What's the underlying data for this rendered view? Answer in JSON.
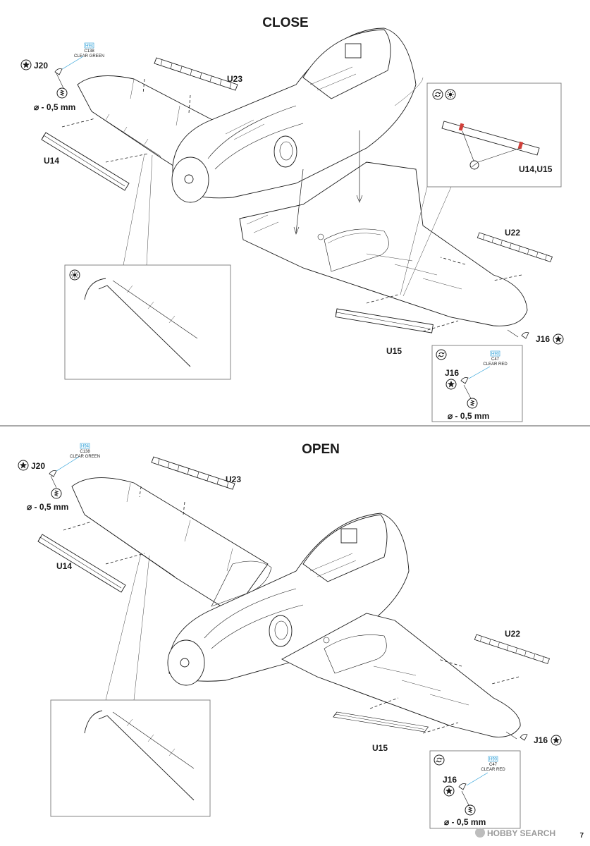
{
  "panels": [
    {
      "title": "CLOSE",
      "parts": {
        "j20": "J20",
        "u23": "U23",
        "u14": "U14",
        "u22": "U22",
        "u15": "U15",
        "j16": "J16",
        "j16_inset": "J16",
        "inset_parts": "U14,U15"
      },
      "paint_left": {
        "h": "H94",
        "c": "C138",
        "name": "CLEAR GREEN"
      },
      "paint_right": {
        "h": "H90",
        "c": "C47",
        "name": "CLEAR RED"
      },
      "drill_left": "⌀ - 0,5 mm",
      "drill_right": "⌀ - 0,5 mm"
    },
    {
      "title": "OPEN",
      "parts": {
        "j20": "J20",
        "u23": "U23",
        "u14": "U14",
        "u22": "U22",
        "u15": "U15",
        "j16": "J16",
        "j16_inset": "J16"
      },
      "paint_left": {
        "h": "H94",
        "c": "C138",
        "name": "CLEAR GREEN"
      },
      "paint_right": {
        "h": "H90",
        "c": "C47",
        "name": "CLEAR RED"
      },
      "drill_left": "⌀ - 0,5 mm",
      "drill_right": "⌀ - 0,5 mm"
    }
  ],
  "icons": [
    "star-in-circle-icon",
    "drill-icon",
    "rotate-icon",
    "sun-icon"
  ],
  "colors": {
    "line": "#1a1a1a",
    "paint_highlight": "#1f9ad6",
    "inset_red": "#d0403a"
  },
  "watermark": "HOBBY SEARCH",
  "page_number": "7"
}
